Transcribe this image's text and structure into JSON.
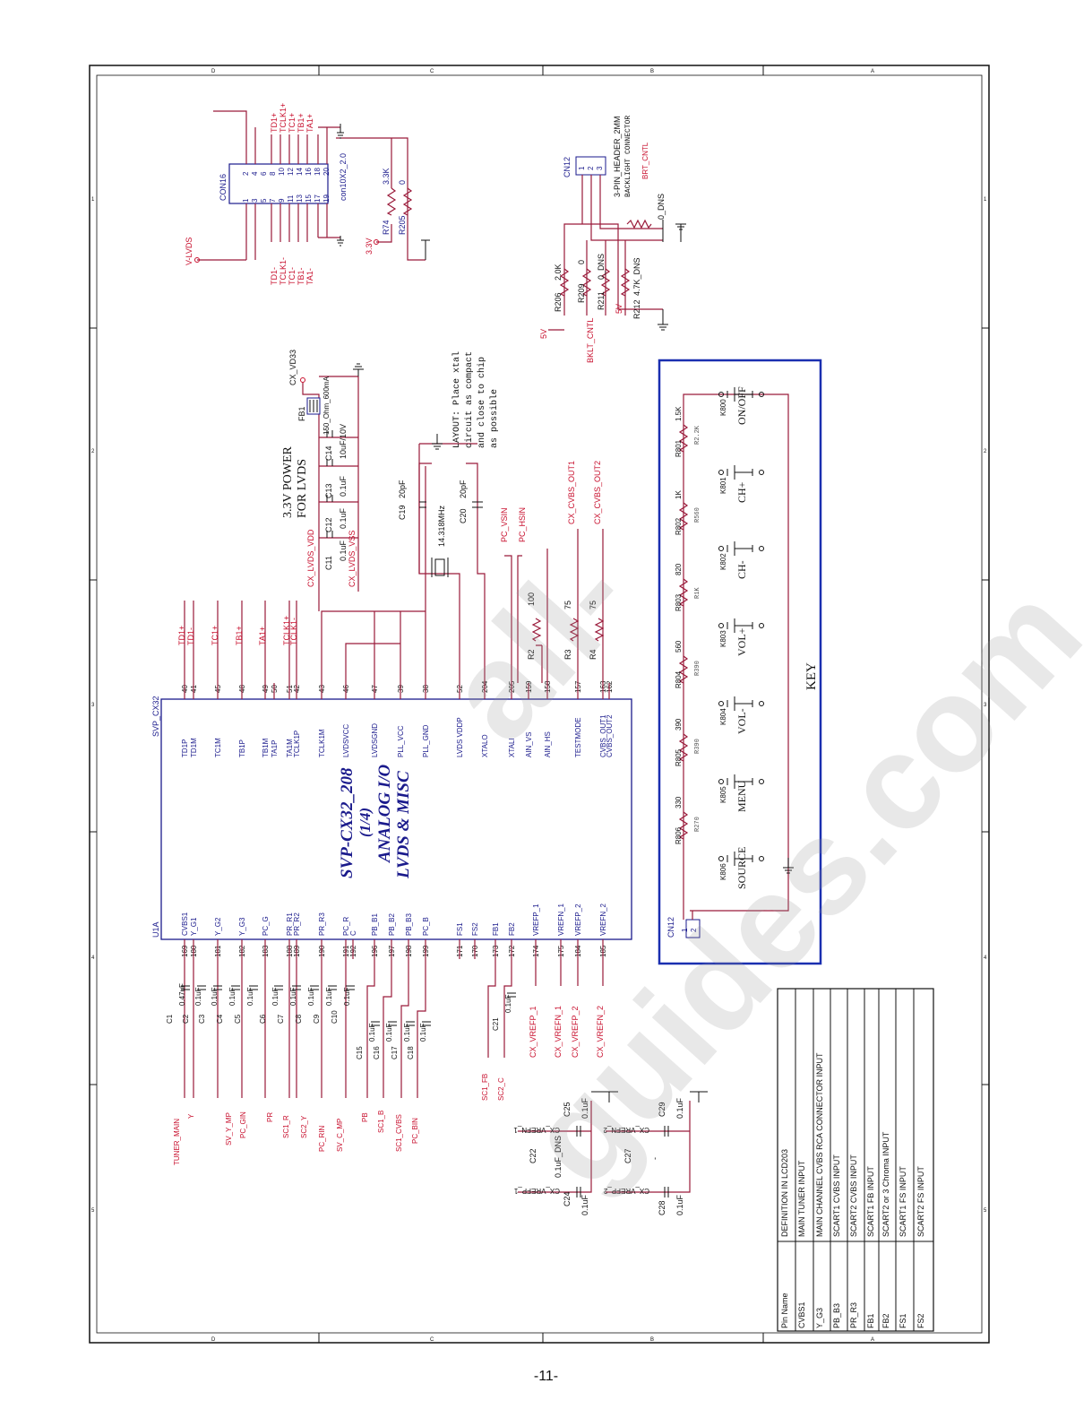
{
  "page": {
    "number": "-11-"
  },
  "watermark": "all-guides.com",
  "frame": {
    "zones_top": [
      "D",
      "C",
      "B",
      "A"
    ],
    "zones_side": [
      "1",
      "2",
      "3",
      "4",
      "5"
    ]
  },
  "chip": {
    "designator": "U1A",
    "part": "SVP_CX32",
    "title": "SVP-CX32_208",
    "subtitle": "(1/4)",
    "function1": "ANALOG I/O",
    "function2": "LVDS & MISC",
    "top_pins": [
      {
        "name": "TD1P",
        "num": "40"
      },
      {
        "name": "TD1M",
        "num": "41"
      },
      {
        "name": "TC1M",
        "num": "45"
      },
      {
        "name": "TB1P",
        "num": "48"
      },
      {
        "name": "TB1M",
        "num": "49"
      },
      {
        "name": "TA1P",
        "num": "50"
      },
      {
        "name": "TA1M",
        "num": "51"
      },
      {
        "name": "TCLK1P",
        "num": "42"
      },
      {
        "name": "TCLK1M",
        "num": "43"
      },
      {
        "name": "LVDSVCC",
        "num": "46"
      },
      {
        "name": "LVDSGND",
        "num": "47"
      },
      {
        "name": "PLL_VCC",
        "num": "39"
      },
      {
        "name": "PLL_GND",
        "num": "38"
      },
      {
        "name": "LVDS VDDP",
        "num": "52"
      },
      {
        "name": "XTALO",
        "num": "204"
      },
      {
        "name": "XTALI",
        "num": "205"
      },
      {
        "name": "AIN_VS",
        "num": "159"
      },
      {
        "name": "AIN_HS",
        "num": "158"
      },
      {
        "name": "TESTMODE",
        "num": "157"
      },
      {
        "name": "CVBS_OUT1",
        "num": "163"
      },
      {
        "name": "CVBS_OUT2",
        "num": "162"
      }
    ],
    "bottom_pins": [
      {
        "name": "CVBS1",
        "num": "169"
      },
      {
        "name": "Y_G1",
        "num": "180"
      },
      {
        "name": "Y_G2",
        "num": "181"
      },
      {
        "name": "Y_G3",
        "num": "182"
      },
      {
        "name": "PC_G",
        "num": "183"
      },
      {
        "name": "PR_R1",
        "num": "188"
      },
      {
        "name": "PR_R2",
        "num": "189"
      },
      {
        "name": "PR_R3",
        "num": "190"
      },
      {
        "name": "PC_R",
        "num": "191"
      },
      {
        "name": "C",
        "num": "192"
      },
      {
        "name": "PB_B1",
        "num": "196"
      },
      {
        "name": "PB_B2",
        "num": "197"
      },
      {
        "name": "PB_B3",
        "num": "198"
      },
      {
        "name": "PC_B",
        "num": "199"
      },
      {
        "name": "FS1",
        "num": "171"
      },
      {
        "name": "FS2",
        "num": "170"
      },
      {
        "name": "FB1",
        "num": "173"
      },
      {
        "name": "FB2",
        "num": "172"
      },
      {
        "name": "VREFP_1",
        "num": "174"
      },
      {
        "name": "VREFN_1",
        "num": "175"
      },
      {
        "name": "VREFP_2",
        "num": "184"
      },
      {
        "name": "VREFN_2",
        "num": "185"
      }
    ]
  },
  "input_caps": [
    {
      "ref": "C1",
      "val": "0.47uF"
    },
    {
      "ref": "C2",
      "val": "0.1uF"
    },
    {
      "ref": "C3",
      "val": "0.1uF"
    },
    {
      "ref": "C4",
      "val": "0.1uF"
    },
    {
      "ref": "C5",
      "val": "0.1uF"
    },
    {
      "ref": "C6",
      "val": "0.1uF"
    },
    {
      "ref": "C7",
      "val": "0.1uF"
    },
    {
      "ref": "C8",
      "val": "0.1uF"
    },
    {
      "ref": "C9",
      "val": "0.1uF"
    },
    {
      "ref": "C10",
      "val": "0.1uF"
    },
    {
      "ref": "C15",
      "val": "0.1uF"
    },
    {
      "ref": "C16",
      "val": "0.1uF"
    },
    {
      "ref": "C17",
      "val": "0.1uF"
    },
    {
      "ref": "C18",
      "val": "0.1uF"
    },
    {
      "ref": "C21",
      "val": "0.1uF"
    }
  ],
  "input_nets": [
    "TUNER_MAIN",
    "Y",
    "SV_Y_MP",
    "PC_GIN",
    "PR",
    "SC1_R",
    "SC2_Y",
    "PC_RIN",
    "SV_C_MP",
    "PB",
    "SC1_B",
    "SC1_CVBS",
    "PC_BIN",
    "SC1_FB",
    "SC2_C"
  ],
  "vref_nets": [
    "CX_VREFP_1",
    "CX_VREFN_1",
    "CX_VREFP_2",
    "CX_VREFN_2"
  ],
  "vref_caps": [
    {
      "ref": "C25",
      "val": "0.1uF"
    },
    {
      "ref": "C22",
      "val": "0.1uF_DNS"
    },
    {
      "ref": "C24",
      "val": "0.1uF"
    },
    {
      "ref": "C29",
      "val": "0.1uF"
    },
    {
      "ref": "C27",
      "val": "-"
    },
    {
      "ref": "C28",
      "val": "0.1uF"
    }
  ],
  "vref_labels": {
    "n1": "CX_VREFN_1",
    "p1": "CX_VREFP_1",
    "n2": "CX_VREFN_2",
    "p2": "CX_VREFP_2"
  },
  "connector16": {
    "ref": "CON16",
    "part": "con10X2_2.0",
    "pins_top": [
      "2",
      "4",
      "6",
      "8",
      "10",
      "12",
      "14",
      "16",
      "18",
      "20"
    ],
    "pins_bot": [
      "1",
      "3",
      "5",
      "7",
      "9",
      "11",
      "13",
      "15",
      "17",
      "19"
    ],
    "nets_top": [
      "TD1+",
      "TCLK1+",
      "TC1+",
      "TB1+",
      "TA1+"
    ],
    "nets_bot": [
      "TD1-",
      "TCLK1-",
      "TC1-",
      "TB1-",
      "TA1-"
    ],
    "vlvds": "V-LVDS",
    "v33": "3.3V",
    "r74": {
      "ref": "R74",
      "val": "3.3K"
    },
    "r205": {
      "ref": "R205",
      "val": "0"
    }
  },
  "lvds_power": {
    "title1": "3.3V POWER",
    "title2": "FOR LVDS",
    "net_vdd": "CX_LVDS_VDD",
    "net_vss": "CX_LVDS_VSS",
    "net_vd33": "CX_VD33",
    "fb1": {
      "ref": "FB1",
      "val": "150_Ohm_600mA"
    },
    "caps": [
      {
        "ref": "C11",
        "val": "0.1uF"
      },
      {
        "ref": "C12",
        "val": "0.1uF"
      },
      {
        "ref": "C13",
        "val": "0.1uF"
      },
      {
        "ref": "C14",
        "val": "10uF/10V"
      }
    ]
  },
  "crystal": {
    "note": [
      "LAYOUT: Place xtal",
      "circuit as compact",
      "and close to chip",
      "as possible"
    ],
    "freq": "14.318MHz",
    "c19": {
      "ref": "C19",
      "val": "20pF"
    },
    "c20": {
      "ref": "C20",
      "val": "20pF"
    }
  },
  "pc_sync": [
    "PC_VSIN",
    "PC_HSIN"
  ],
  "cvbs_out": [
    "CX_CVBS_OUT1",
    "CX_CVBS_OUT2"
  ],
  "series_r": [
    {
      "ref": "R2",
      "val": "100"
    },
    {
      "ref": "R3",
      "val": "75"
    },
    {
      "ref": "R4",
      "val": "75"
    }
  ],
  "backlight": {
    "ref": "CN12",
    "part": "3-PIN_HEADER_2MM",
    "desc": "BACKLIGHT CONNECTOR",
    "net": "BRT_CNTL",
    "pins": [
      "1",
      "2",
      "3"
    ],
    "r206": {
      "ref": "R206",
      "val": "2.0K"
    },
    "r209": {
      "ref": "R209",
      "val": "0"
    },
    "r211": {
      "ref": "R211",
      "val": "0_DNS"
    },
    "r212": {
      "ref": "R212",
      "val": "4.7K_DNS"
    },
    "r_dns": "0_DNS",
    "bklt": "BKLT_CNTL",
    "v5a": "5V",
    "v5b": "5V"
  },
  "keys": {
    "title": "KEY",
    "conn": "CN12",
    "conn_pins": [
      "1",
      "2"
    ],
    "items": [
      {
        "sw": "K800",
        "label": "ON/OFF",
        "r": "R801",
        "rv": "1.5K",
        "alt": "R2.2K"
      },
      {
        "sw": "K801",
        "label": "CH+",
        "r": "R802",
        "rv": "1K",
        "alt": "R560"
      },
      {
        "sw": "K802",
        "label": "CH-",
        "r": "R803",
        "rv": "820",
        "alt": "R1K"
      },
      {
        "sw": "K803",
        "label": "VOL+",
        "r": "R804",
        "rv": "560",
        "alt": "R390"
      },
      {
        "sw": "K804",
        "label": "VOL-",
        "r": "R805",
        "rv": "390",
        "alt": "R390"
      },
      {
        "sw": "K805",
        "label": "MENU",
        "r": "R806",
        "rv": "330",
        "alt": "R270"
      },
      {
        "sw": "K806",
        "label": "SOURCE",
        "r": "",
        "rv": "",
        "alt": ""
      }
    ]
  },
  "pin_table": {
    "headers": [
      "Pin Name",
      "DEFINITION IN LCD203"
    ],
    "rows": [
      [
        "CVBS1",
        "MAIN TUNER INPUT"
      ],
      [
        "Y_G3",
        "MAIN CHANNEL CVBS RCA CONNECTOR INPUT"
      ],
      [
        "PB_B3",
        "SCART1 CVBS INPUT"
      ],
      [
        "PR_R3",
        "SCART2 CVBS INPUT"
      ],
      [
        "FB1",
        "SCART1 FB INPUT"
      ],
      [
        "FB2",
        "SCART2 or 3 Chroma INPUT"
      ],
      [
        "FS1",
        "SCART1 FS INPUT"
      ],
      [
        "FS2",
        "SCART2 FS INPUT"
      ]
    ]
  }
}
